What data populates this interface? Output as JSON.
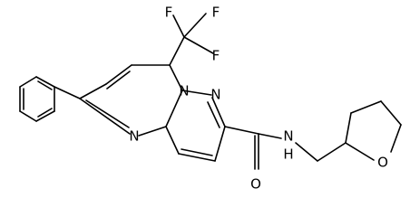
{
  "molecule": {
    "atoms": [
      {
        "id": "F1",
        "label": "F"
      },
      {
        "id": "F2",
        "label": "F"
      },
      {
        "id": "F3",
        "label": "F"
      },
      {
        "id": "N1",
        "label": "N"
      },
      {
        "id": "N2",
        "label": "N"
      },
      {
        "id": "N3",
        "label": "N"
      },
      {
        "id": "NH",
        "label": "N"
      },
      {
        "id": "H",
        "label": "H"
      },
      {
        "id": "O1",
        "label": "O"
      },
      {
        "id": "O2",
        "label": "O"
      }
    ]
  }
}
